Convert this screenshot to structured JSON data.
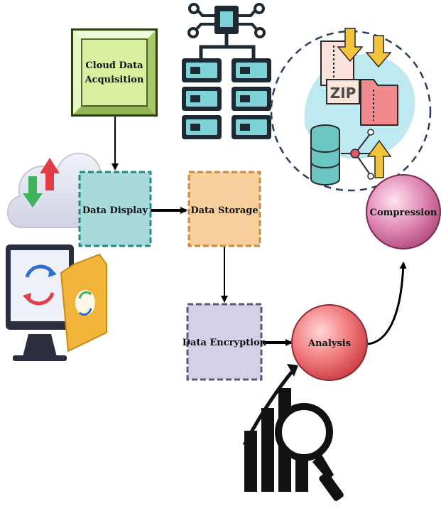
{
  "nodes": {
    "acquisition": {
      "line1": "Cloud  Data",
      "line2": "Acquisition",
      "fill": "#d8f0a0",
      "border": "#2a3d10"
    },
    "display": {
      "label": "Data Display",
      "fill": "#a8dada",
      "border": "#1f8a86"
    },
    "storage": {
      "label": "Data Storage",
      "fill": "#f6cf9c",
      "border": "#c98a3a"
    },
    "encryption": {
      "label": "Data Encryption",
      "fill": "#d3d1e8",
      "border": "#5a5878"
    },
    "analysis": {
      "label": "Analysis",
      "fill": "#e8575c"
    },
    "compression": {
      "label": "Compression",
      "fill": "#c85a8e"
    }
  },
  "illustrations": {
    "servers": "server-rack-icon",
    "cloud_sync": "cloud-sync-computer-icon",
    "zip_archive": "zip-archive-folders-icon",
    "analytics": "bar-chart-magnifier-icon"
  },
  "zip_text": "ZIP"
}
